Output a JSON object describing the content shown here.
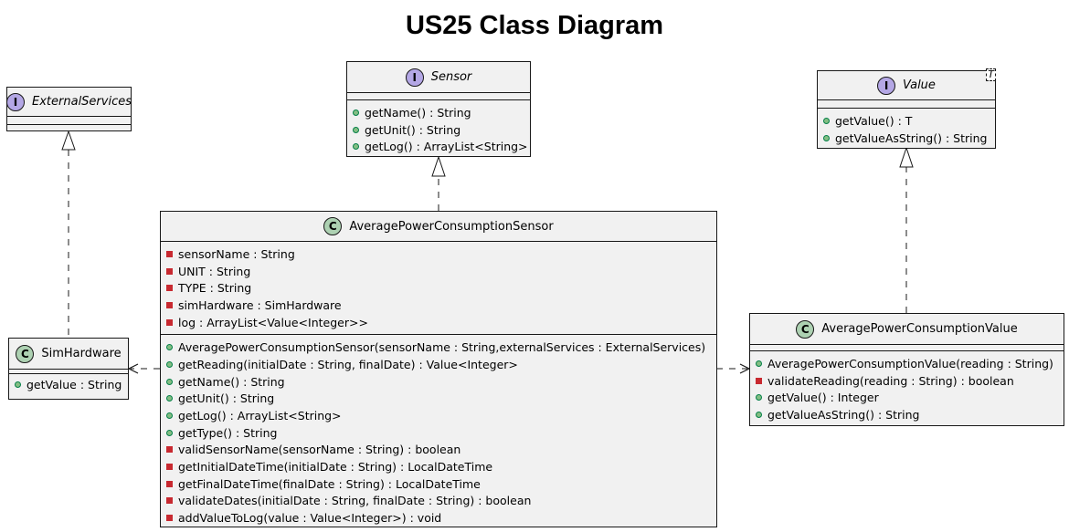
{
  "title": "US25 Class Diagram",
  "colors": {
    "class_badge": "#add1b2",
    "interface_badge": "#b4a7e5",
    "box_fill": "#f1f1f1",
    "public": "#84be84",
    "private": "#c82930"
  },
  "classes": {
    "external_services": {
      "kind": "interface",
      "badge": "I",
      "name": "ExternalServices",
      "attributes": [],
      "methods": []
    },
    "sensor": {
      "kind": "interface",
      "badge": "I",
      "name": "Sensor",
      "attributes": [],
      "methods": [
        {
          "vis": "public",
          "text": "getName() : String"
        },
        {
          "vis": "public",
          "text": "getUnit() : String"
        },
        {
          "vis": "public",
          "text": "getLog() : ArrayList<String>"
        }
      ]
    },
    "value": {
      "kind": "interface",
      "badge": "I",
      "name": "Value",
      "type_param": "T",
      "attributes": [],
      "methods": [
        {
          "vis": "public",
          "text": "getValue() : T"
        },
        {
          "vis": "public",
          "text": "getValueAsString() : String"
        }
      ]
    },
    "sim_hardware": {
      "kind": "class",
      "badge": "C",
      "name": "SimHardware",
      "attributes": [],
      "methods": [
        {
          "vis": "public",
          "text": "getValue : String"
        }
      ]
    },
    "apc_sensor": {
      "kind": "class",
      "badge": "C",
      "name": "AveragePowerConsumptionSensor",
      "attributes": [
        {
          "vis": "private",
          "text": "sensorName : String"
        },
        {
          "vis": "private",
          "text": "UNIT : String"
        },
        {
          "vis": "private",
          "text": "TYPE : String"
        },
        {
          "vis": "private",
          "text": "simHardware : SimHardware"
        },
        {
          "vis": "private",
          "text": "log : ArrayList<Value<Integer>>"
        }
      ],
      "methods": [
        {
          "vis": "public",
          "text": "AveragePowerConsumptionSensor(sensorName : String,externalServices : ExternalServices)"
        },
        {
          "vis": "public",
          "text": "getReading(initialDate : String, finalDate) : Value<Integer>"
        },
        {
          "vis": "public",
          "text": "getName() : String"
        },
        {
          "vis": "public",
          "text": "getUnit() : String"
        },
        {
          "vis": "public",
          "text": "getLog() : ArrayList<String>"
        },
        {
          "vis": "public",
          "text": "getType() : String"
        },
        {
          "vis": "private",
          "text": "validSensorName(sensorName : String) : boolean"
        },
        {
          "vis": "private",
          "text": "getInitialDateTime(initialDate : String) : LocalDateTime"
        },
        {
          "vis": "private",
          "text": "getFinalDateTime(finalDate : String) : LocalDateTime"
        },
        {
          "vis": "private",
          "text": "validateDates(initialDate : String, finalDate : String) : boolean"
        },
        {
          "vis": "private",
          "text": "addValueToLog(value : Value<Integer>) : void"
        }
      ]
    },
    "apc_value": {
      "kind": "class",
      "badge": "C",
      "name": "AveragePowerConsumptionValue",
      "attributes": [],
      "methods": [
        {
          "vis": "public",
          "text": "AveragePowerConsumptionValue(reading : String)"
        },
        {
          "vis": "private",
          "text": "validateReading(reading : String) : boolean"
        },
        {
          "vis": "public",
          "text": "getValue() : Integer"
        },
        {
          "vis": "public",
          "text": "getValueAsString() : String"
        }
      ]
    }
  }
}
